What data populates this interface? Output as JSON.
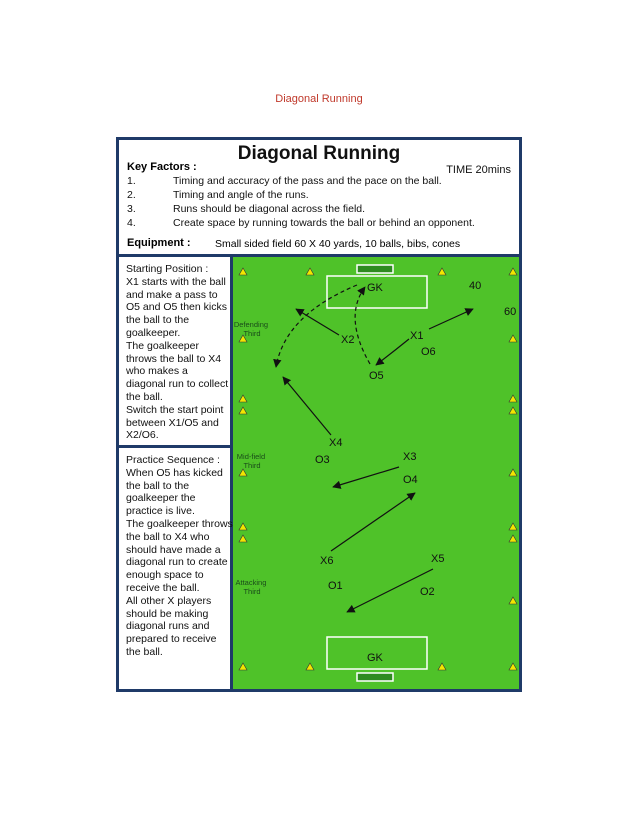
{
  "page_caption": "Diagonal Running",
  "header": {
    "title": "Diagonal Running",
    "time": "TIME 20mins",
    "key_factors_label": "Key Factors :",
    "key_factors": [
      {
        "num": "1.",
        "text": "Timing and accuracy of the pass and the pace on the ball."
      },
      {
        "num": "2.",
        "text": "Timing and angle of the runs."
      },
      {
        "num": "3.",
        "text": "Runs should be diagonal across the field."
      },
      {
        "num": "4.",
        "text": "Create space by running towards the ball or behind an opponent."
      }
    ],
    "equipment_label": "Equipment :",
    "equipment": "Small sided field 60 X 40 yards, 10 balls, bibs, cones"
  },
  "starting_position": {
    "lines": [
      "Starting Position :",
      "X1 starts with the ball",
      "and make a pass to",
      "O5 and O5 then kicks",
      "the ball to the",
      "goalkeeper.",
      "The goalkeeper",
      "throws the ball to X4",
      "who makes a",
      "diagonal run to collect",
      "the ball.",
      "Switch the start point",
      "between X1/O5 and",
      "X2/O6."
    ]
  },
  "practice_sequence": {
    "lines": [
      "Practice Sequence :",
      "When O5 has kicked",
      "the ball to the",
      "goalkeeper the",
      "practice is live.",
      "The goalkeeper throws",
      "the ball to X4 who",
      "should have made a",
      "diagonal run to create",
      "enough space to",
      "receive the ball.",
      "All other X players",
      "should be making",
      "diagonal runs and",
      "prepared to receive",
      "the ball."
    ]
  },
  "field": {
    "dimension_labels": [
      "40",
      "60"
    ],
    "zones": [
      {
        "lines": [
          "Defending",
          "Third"
        ]
      },
      {
        "lines": [
          "Mid-field",
          "Third"
        ]
      },
      {
        "lines": [
          "Attacking",
          "Third"
        ]
      }
    ],
    "goalkeepers": [
      "GK",
      "GK"
    ],
    "players": [
      "X1",
      "X2",
      "X3",
      "X4",
      "X5",
      "X6",
      "O1",
      "O2",
      "O3",
      "O4",
      "O5",
      "O6"
    ]
  },
  "colors": {
    "field": "#4fc229",
    "border": "#1f3a68",
    "cone": "#f2e600",
    "caption": "#c0392b",
    "goal": "#2e8b20"
  }
}
